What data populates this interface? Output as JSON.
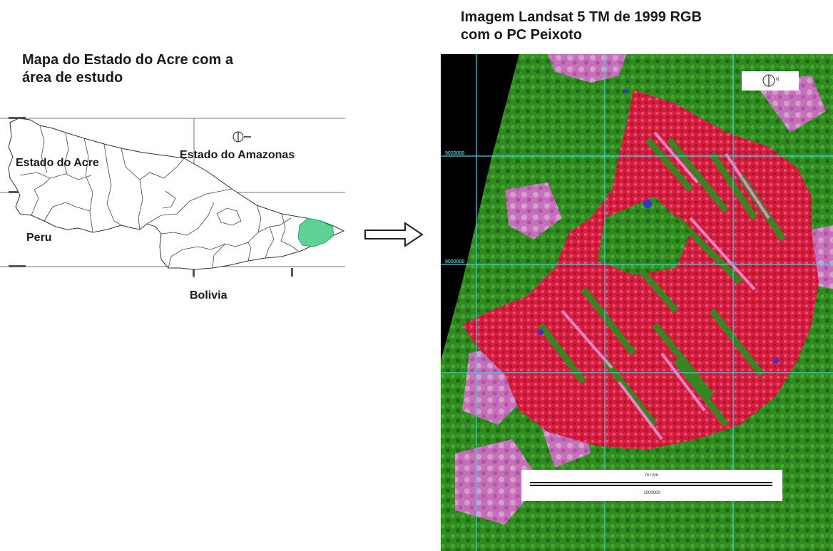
{
  "left_title": "Mapa do Estado do Acre com a\nárea de estudo",
  "right_title": "Imagem Landsat 5 TM de 1999 RGB\ncom o PC  Peixoto",
  "labels": {
    "acre": "Estado do Acre",
    "amazonas": "Estado do Amazonas",
    "peru": "Peru",
    "bolivia": "Bolivia"
  },
  "colors": {
    "study_area": "#5fd195",
    "forest": "#2f8a1f",
    "deforestation": "#e0207a",
    "clearing": "#e56bd8",
    "no_data": "#000000",
    "grid": "#32d4e6"
  },
  "satellite": {
    "north_label": "N",
    "scale_top": "m r km",
    "scale_bottom": "1000000",
    "coord_1": "9020000",
    "coord_2": "9000000"
  },
  "icons": {
    "north_arrow_left": "north-arrow-icon",
    "transition_arrow": "right-arrow-icon",
    "north_arrow_right": "north-arrow-icon"
  }
}
